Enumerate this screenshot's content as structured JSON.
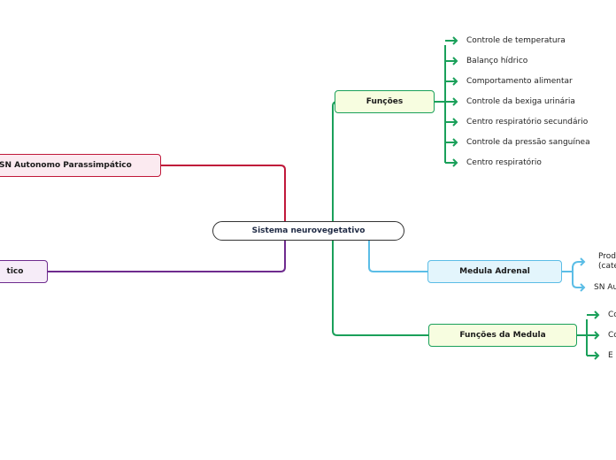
{
  "colors": {
    "green": "#1aa05a",
    "green_fill": "#f7fde0",
    "red": "#c0183a",
    "red_fill": "#fbeaf0",
    "purple": "#6e2b8e",
    "purple_fill": "#f6ecf8",
    "blue": "#5bbde6",
    "blue_fill": "#e3f5fc",
    "root_border": "#333333",
    "root_text": "#1f2a44"
  },
  "root": {
    "label": "Sistema neurovegetativo"
  },
  "branches": {
    "funcoes": {
      "label": "Funções",
      "children": [
        "Controle de temperatura",
        "Balanço hídrico",
        "Comportamento alimentar",
        "Controle da bexiga urinária",
        "Centro respiratório secundário",
        "Controle da pressão sanguínea",
        "Centro respiratório"
      ]
    },
    "parassimpatico": {
      "label": "SN Autonomo Parassimpático"
    },
    "simpatico": {
      "label": "tico"
    },
    "medula_adrenal": {
      "label": "Medula Adrenal",
      "children": [
        "Prod (cate",
        "SN Au"
      ]
    },
    "funcoes_medula": {
      "label": "Funções da Medula",
      "children": [
        "Co",
        "Co",
        "E"
      ]
    }
  }
}
